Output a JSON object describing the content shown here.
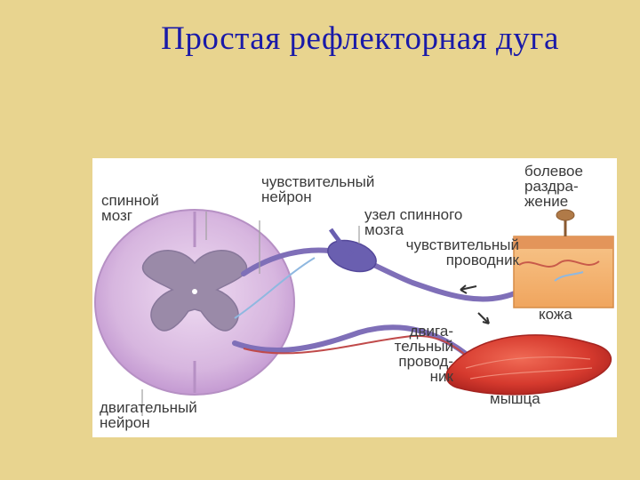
{
  "title": "Простая рефлекторная дуга",
  "labels": {
    "spinal_cord": "спинной\nмозг",
    "sensory_neuron": "чувствительный\nнейрон",
    "spinal_ganglion": "узел спинного\nмозга",
    "sensory_conductor": "чувствительный\nпроводник",
    "pain_stimulus": "болевое\nраздра-\nжение",
    "skin": "кожа",
    "motor_conductor": "двига-\nтельный\nпровод-\nник",
    "muscle": "мышца",
    "motor_neuron": "двигательный\nнейрон"
  },
  "colors": {
    "background": "#e8d48f",
    "title": "#1a1aa8",
    "spinal_cord": "#d8b8e0",
    "grey_matter": "#9a8aa8",
    "nerve": "#7f6fb8",
    "ganglion": "#6a5fb0",
    "skin": "#f1a968",
    "muscle": "#d83830"
  }
}
